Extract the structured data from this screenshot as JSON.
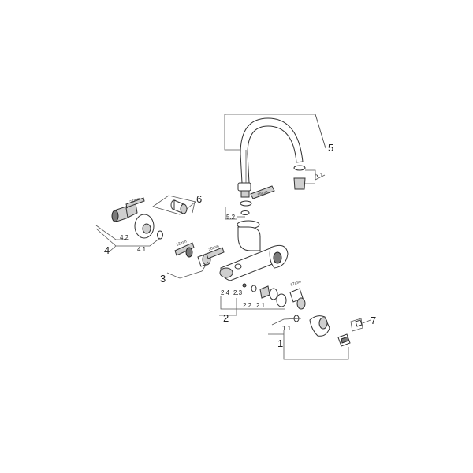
{
  "labels": {
    "group_1": "1",
    "part_1_1": "1.1",
    "group_2": "2",
    "part_2_1": "2.1",
    "part_2_2": "2.2",
    "part_2_3": "2.3",
    "part_2_4": "2.4",
    "group_3": "3",
    "group_4": "4",
    "part_4_1": "4.1",
    "part_4_2": "4.2",
    "group_5": "5",
    "part_5_1": "5.1",
    "part_5_2": "5.2",
    "group_6": "6",
    "group_7": "7"
  },
  "wrench_labels": {
    "spout": "19mm",
    "coupling": "22mm",
    "union": "12mm",
    "nut": "30mm",
    "cartridge": "17mm"
  }
}
